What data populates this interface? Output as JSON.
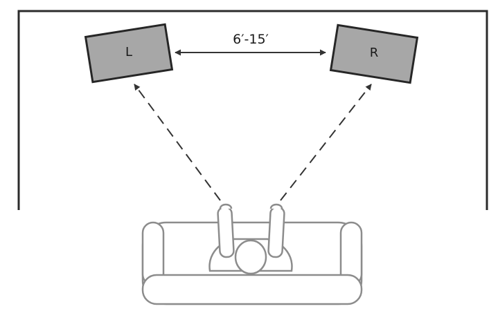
{
  "diagram": {
    "left_speaker_label": "L",
    "right_speaker_label": "R",
    "distance_label": "6′-15′"
  },
  "colors": {
    "wall": "#2b2b2b",
    "speaker_fill": "#a7a7a7",
    "speaker_stroke": "#262626",
    "sofa_stroke": "#8c8c8c",
    "line": "#333333"
  }
}
